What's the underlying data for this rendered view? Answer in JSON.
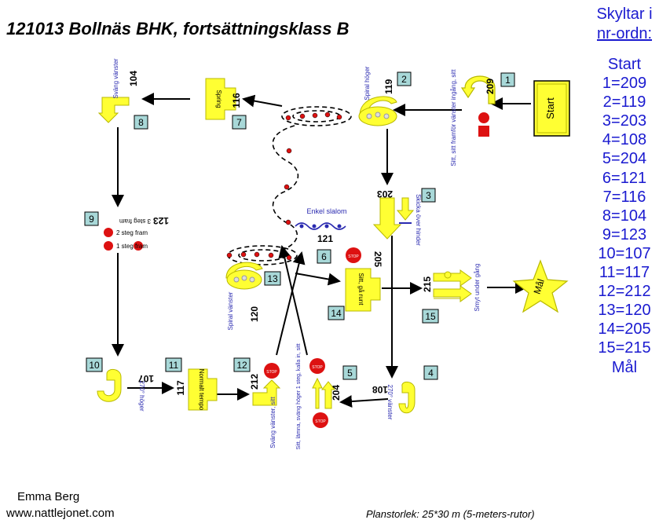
{
  "title": "121013 Bollnäs BHK, fortsättningsklass B",
  "legend": {
    "heading_line1": "Skyltar i",
    "heading_line2": "nr-ordn:",
    "items": [
      "Start",
      "1=209",
      "2=119",
      "3=203",
      "4=108",
      "5=204",
      "6=121",
      "7=116",
      "8=104",
      "9=123",
      "10=107",
      "11=117",
      "12=212",
      "13=120",
      "14=205",
      "15=215",
      "Mål"
    ]
  },
  "footer": {
    "author": "Emma Berg",
    "website": "www.nattlejonet.com",
    "plan_size": "Planstorlek: 25*30 m (5-meters-rutor)"
  },
  "colors": {
    "sign_yellow": "#ffff33",
    "sign_edge": "#b8b800",
    "stop_red": "#dd1111",
    "box_teal": "#a8d8d8",
    "legend_blue": "#1a1ad0",
    "annotation_blue": "#2a2ab0"
  },
  "stations": [
    {
      "n": "1",
      "code": "209",
      "text": "Sitt, sitt framför vänster ingång, sitt"
    },
    {
      "n": "2",
      "code": "119",
      "text": "Spiral höger"
    },
    {
      "n": "3",
      "code": "203",
      "text": "Skicka över hinder"
    },
    {
      "n": "4",
      "code": "108",
      "text": "270° vänster"
    },
    {
      "n": "5",
      "code": "204",
      "text": ""
    },
    {
      "n": "6",
      "code": "121",
      "text": "Enkel slalom"
    },
    {
      "n": "7",
      "code": "116",
      "text": "Spring"
    },
    {
      "n": "8",
      "code": "104",
      "text": "Sväng vänster"
    },
    {
      "n": "9",
      "code": "123",
      "text": ""
    },
    {
      "n": "10",
      "code": "107",
      "text": "270° höger"
    },
    {
      "n": "11",
      "code": "117",
      "text": "Normalt tempo"
    },
    {
      "n": "12",
      "code": "212",
      "text": "Sväng vänster, sitt"
    },
    {
      "n": "13",
      "code": "120",
      "text": "Spiral vänster"
    },
    {
      "n": "14",
      "code": "205",
      "text": "Sitt, gå runt"
    },
    {
      "n": "15",
      "code": "215",
      "text": "Smyt under gång"
    }
  ],
  "labels": {
    "start": "Start",
    "finish": "Mål",
    "stop": "STOP",
    "steg1": "1 steg fram",
    "steg2": "2 steg fram",
    "steg3": "3 steg fram",
    "sign5_text": "Sitt, lämna, sväng höger 1 steg, kalla in, sitt"
  }
}
